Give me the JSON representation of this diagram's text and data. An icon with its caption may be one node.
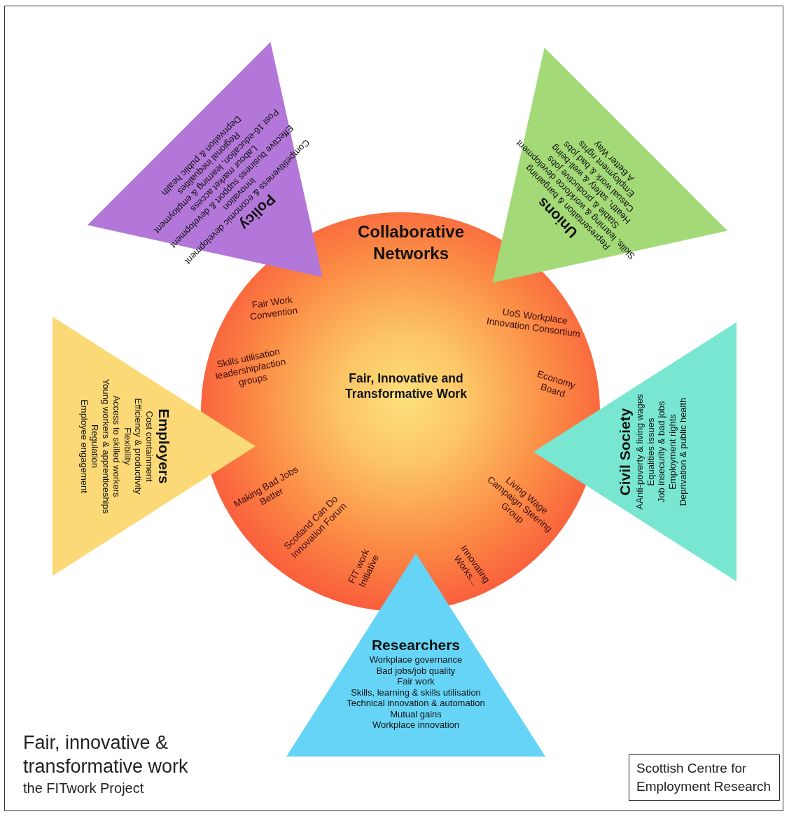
{
  "diagram": {
    "title": "Fair, innovative & transformative work",
    "caption": "the FITwork Project",
    "nodes": [
      {
        "text": [
          "Policy",
          "Competitiveness & economic development",
          "Innovation",
          "Effective business support & development",
          "Labour market access",
          "Post 16-education, learning & employment",
          "Regional inequalities",
          "Deprivation & public health"
        ]
      },
      {
        "text": [
          "Unions",
          "Representation & bargaining",
          "Skills, learning & workforce development",
          "Stable & productive jobs",
          "Health, safety & well-being",
          "Casual work & bad jobs",
          "Employment rights",
          "A Better Way"
        ]
      },
      {
        "text": [
          "Collaborative Networks",
          "Fair, Innovative and Transformative Work"
        ]
      },
      {
        "text": [
          "Employers",
          "Cost containment",
          "Efficiency & productivity",
          "Flexibility",
          "Access to skilled workers",
          "Young workers & apprenticeships",
          "Regulation",
          "Employee engagement"
        ]
      },
      {
        "text": [
          "Civil Society",
          "AAnti-poverty & living wages",
          "Equalities issues",
          "Job insecurity & bad jobs",
          "Employment rights",
          "Deprivation & public health"
        ]
      },
      {
        "text": [
          "Researchers",
          "Workplace governance",
          "Bad jobs/job quality",
          "Fair work",
          "Skills, learning & skills utilisation",
          "Technical innovation & automation",
          "Mutual gains",
          "Workplace innovation"
        ]
      }
    ],
    "labels": [
      "Fair Work Convention",
      "UoS Workplace Innovation Consortium",
      "Skills utilisation leadership/action groups",
      "Economy Board",
      "Making Bad Jobs Better",
      "Living Wage Campaign Steering Group",
      "Scotland Can Do Innovation Forum",
      "FIT work Initiative",
      "Innovating Works...",
      "Scottish Centre for Employment Research"
    ]
  }
}
